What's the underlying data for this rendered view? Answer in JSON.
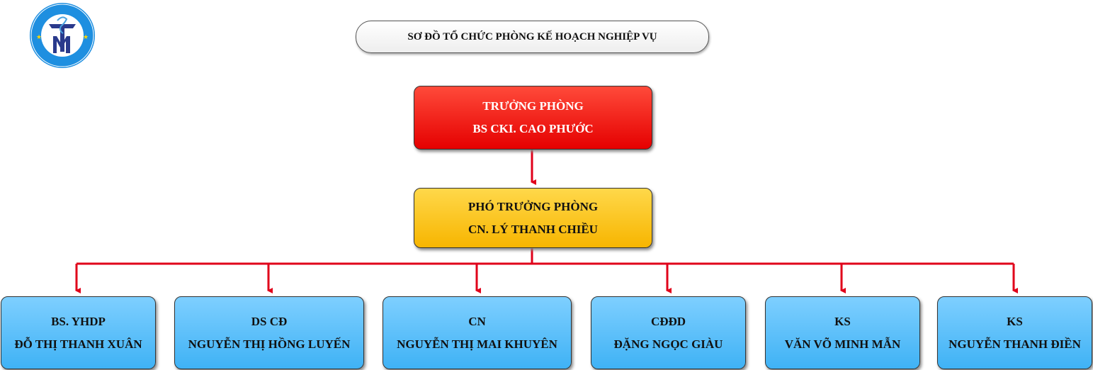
{
  "title": "SƠ ĐỒ TỔ CHỨC PHÒNG KẾ HOẠCH NGHIỆP VỤ",
  "head": {
    "role": "TRƯỞNG PHÒNG",
    "name": "BS CKI. CAO PHƯỚC"
  },
  "deputy": {
    "role": "PHÓ TRƯỞNG PHÒNG",
    "name": "CN. LÝ THANH CHIỀU"
  },
  "staff": [
    {
      "role": "BS. YHDP",
      "name": "ĐỖ THỊ THANH XUÂN"
    },
    {
      "role": "DS CĐ",
      "name": "NGUYỄN THỊ HỒNG LUYẾN"
    },
    {
      "role": "CN",
      "name": "NGUYỄN THỊ MAI KHUYÊN"
    },
    {
      "role": "CĐĐD",
      "name": "ĐẶNG NGỌC GIÀU"
    },
    {
      "role": "KS",
      "name": "VĂN VÕ MINH MẪN"
    },
    {
      "role": "KS",
      "name": "NGUYỄN THANH ĐIỀN"
    }
  ],
  "colors": {
    "connector": "#e0001a",
    "head": "#ff2a1a",
    "deputy": "#fcc419",
    "staff": "#52bdf8"
  }
}
